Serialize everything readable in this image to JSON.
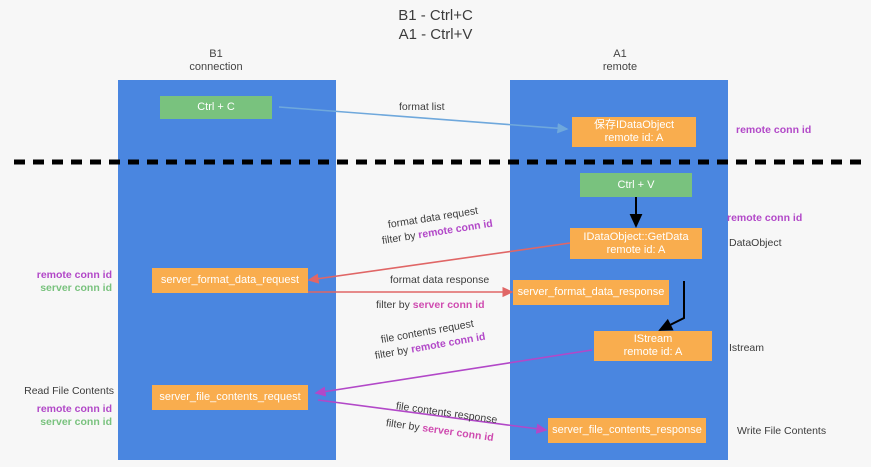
{
  "title": "B1 - Ctrl+C\nA1 - Ctrl+V",
  "colors": {
    "lane": "#4a86e0",
    "green_node": "#79c27e",
    "orange_node": "#f9ad4e",
    "remote_conn_id": "#b248c8",
    "server_conn_id": "#79c27e",
    "server_conn_id_label": "#cf4bb0",
    "arrow_blue": "#6fa8dc",
    "arrow_red": "#e06666",
    "arrow_purple": "#b248c8",
    "arrow_black": "#000000",
    "divider": "#000000",
    "background": "#f7f7f7"
  },
  "lanes": [
    {
      "id": "b1",
      "header": "B1\nconnection"
    },
    {
      "id": "a1",
      "header": "A1\nremote"
    }
  ],
  "nodes": {
    "ctrl_c": "Ctrl + C",
    "save_idataobject": "保存IDataObject\nremote id: A",
    "ctrl_v": "Ctrl + V",
    "idataobject_getdata": "IDataObject::GetData\nremote id: A",
    "server_format_data_request": "server_format_data_request",
    "server_format_data_response": "server_format_data_response",
    "istream": "IStream\nremote id: A",
    "server_file_contents_request": "server_file_contents_request",
    "server_file_contents_response": "server_file_contents_response"
  },
  "edge_labels": {
    "format_list": "format list",
    "format_data_request": "format data request",
    "format_data_request_filter_prefix": "filter by ",
    "format_data_request_filter_key": "remote conn id",
    "format_data_response": "format data response",
    "format_data_response_filter_prefix": "filter by ",
    "format_data_response_filter_key": "server conn id",
    "file_contents_request": "file contents request",
    "file_contents_request_filter_prefix": "filter by ",
    "file_contents_request_filter_key": "remote conn id",
    "file_contents_response": "file contents response",
    "file_contents_response_filter_prefix": "filter by ",
    "file_contents_response_filter_key": "server conn id"
  },
  "annotations": {
    "right_remote_conn_id_top": "remote conn id",
    "right_remote_conn_id_mid": "remote conn id",
    "right_dataobject": "DataObject",
    "right_istream": "Istream",
    "right_write_file_contents": "Write File Contents",
    "left_remote_conn_id_mid": "remote conn id",
    "left_server_conn_id_mid": "server conn id",
    "left_read_file_contents": "Read File Contents",
    "left_remote_conn_id_bottom": "remote conn id",
    "left_server_conn_id_bottom": "server conn id"
  }
}
